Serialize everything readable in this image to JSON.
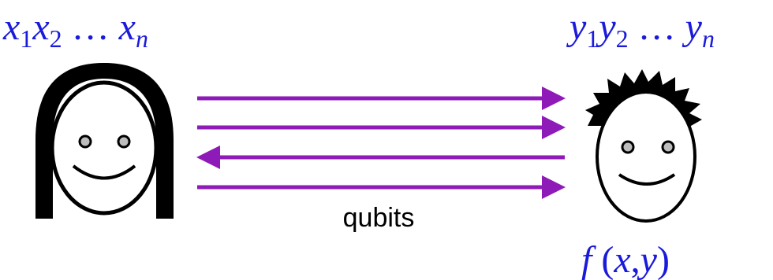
{
  "colors": {
    "math_text": "#1a1adb",
    "arrow": "#8e1ab8",
    "outline": "#000000",
    "eye_fill": "#bdbdbd",
    "background": "#ffffff"
  },
  "alice": {
    "label": {
      "x1": "x",
      "x1_sub": "1",
      "x2": "x",
      "x2_sub": "2",
      "ellipsis": "…",
      "xn": "x",
      "xn_sub": "n"
    },
    "icon": "long-haired-face-icon"
  },
  "bob": {
    "label": {
      "y1": "y",
      "y1_sub": "1",
      "y2": "y",
      "y2_sub": "2",
      "ellipsis": "…",
      "yn": "y",
      "yn_sub": "n"
    },
    "icon": "spiky-haired-face-icon",
    "output": {
      "f": "f",
      "open": "(",
      "x": "x",
      "comma": ",",
      "y": "y",
      "close": ")"
    }
  },
  "channel": {
    "caption": "qubits",
    "arrows": [
      "right",
      "right",
      "left",
      "right"
    ]
  }
}
